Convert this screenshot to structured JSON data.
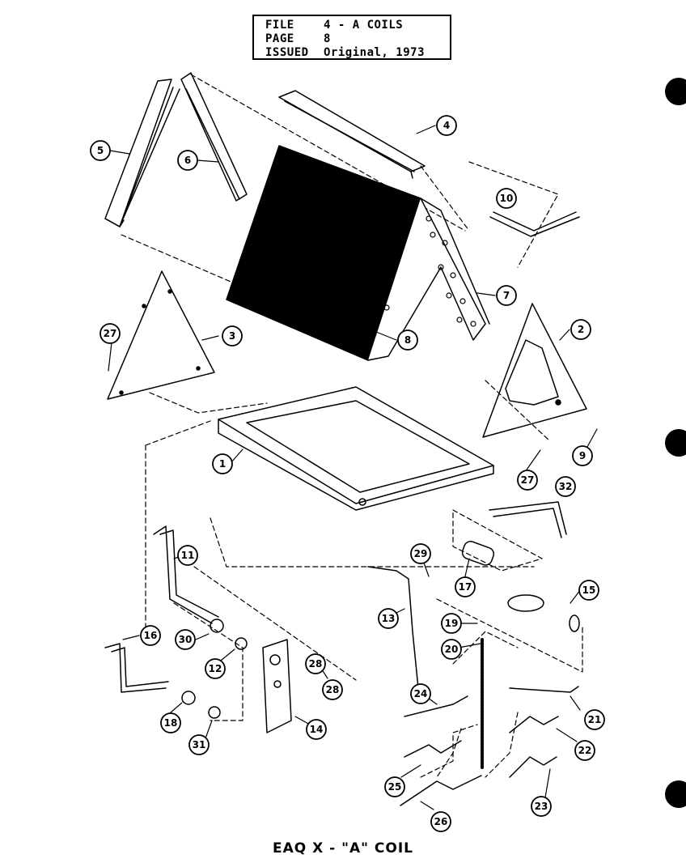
{
  "header": {
    "rows": [
      {
        "key": "FILE",
        "value": "4 - A COILS"
      },
      {
        "key": "PAGE",
        "value": "8"
      },
      {
        "key": "ISSUED",
        "value": "Original, 1973"
      }
    ]
  },
  "caption": "EAQ X - \"A\" COIL",
  "callouts": [
    "1",
    "2",
    "3",
    "4",
    "5",
    "6",
    "7",
    "8",
    "9",
    "10",
    "11",
    "12",
    "13",
    "14",
    "15",
    "16",
    "17",
    "18",
    "19",
    "20",
    "21",
    "22",
    "23",
    "24",
    "25",
    "26",
    "27",
    "27",
    "28",
    "28",
    "29",
    "30",
    "31",
    "32"
  ],
  "colors": {
    "ink": "#000000",
    "paper": "#ffffff"
  }
}
